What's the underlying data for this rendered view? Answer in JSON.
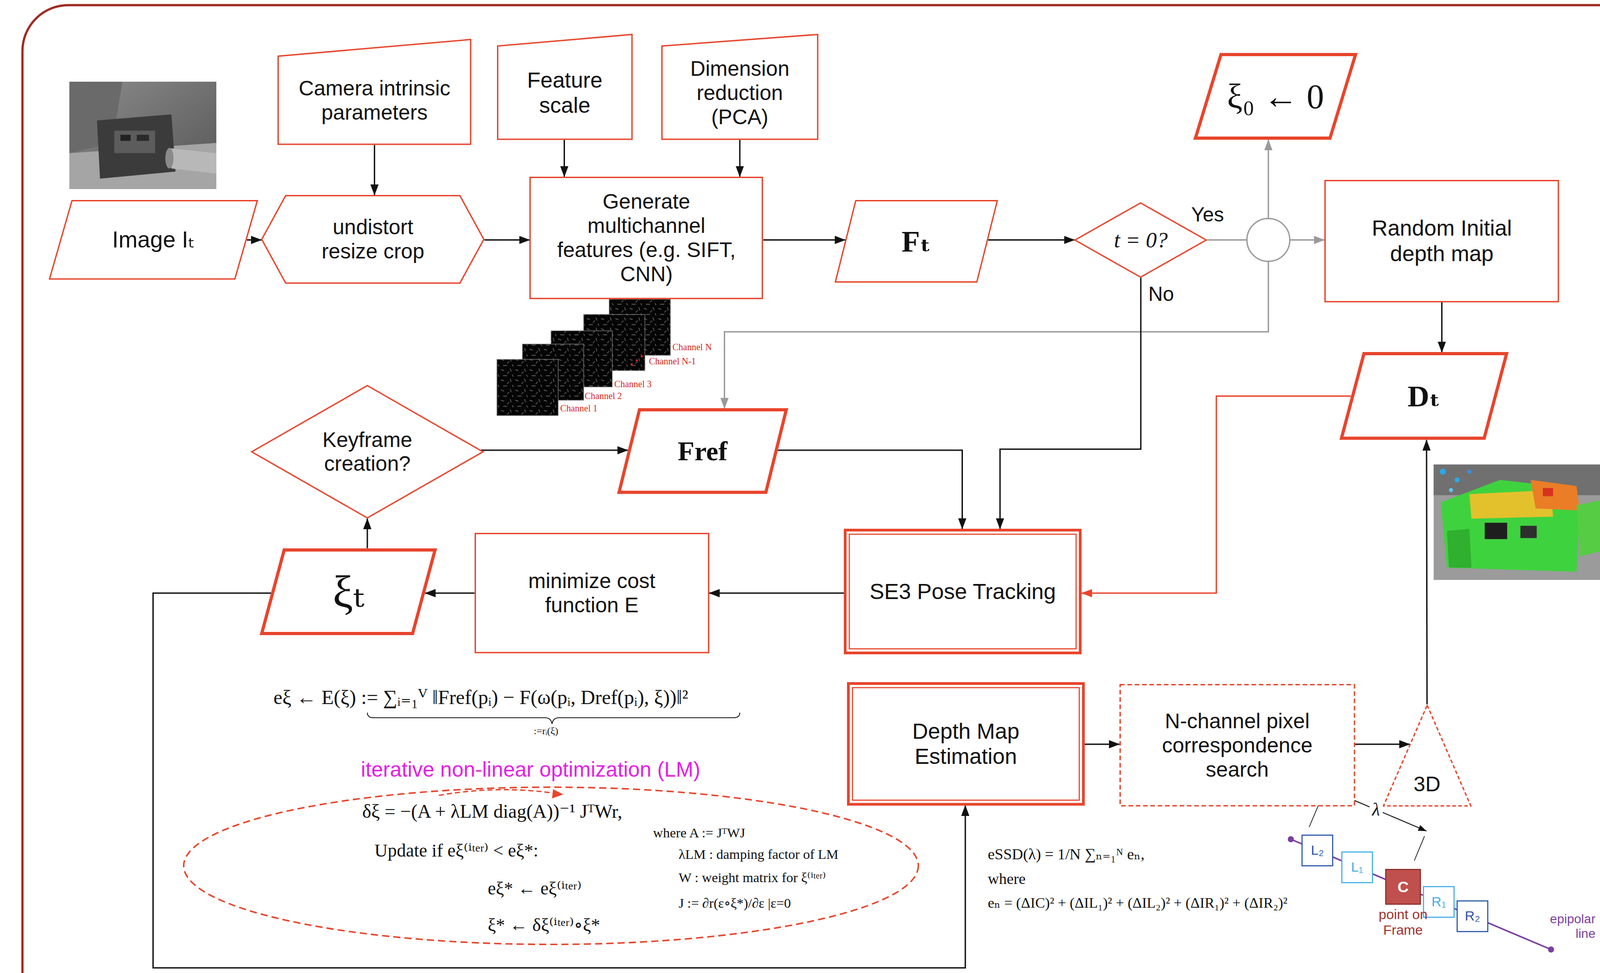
{
  "diagram": {
    "nodes": [
      {
        "text": [
          "Camera intrinsic parameters"
        ]
      },
      {
        "text": [
          "Feature scale"
        ]
      },
      {
        "text": [
          "Dimension reduction (PCA)"
        ]
      },
      {
        "text": [
          "ξ₀ ← 0"
        ]
      },
      {
        "text": [
          "Image Iₜ"
        ]
      },
      {
        "text": [
          "undistort resize crop"
        ]
      },
      {
        "text": [
          "Generate multichannel features (e.g. SIFT, CNN)"
        ]
      },
      {
        "text": [
          "Fₜ"
        ]
      },
      {
        "text": [
          "t = 0?"
        ]
      },
      {
        "text": [
          "Random Initial depth map"
        ]
      },
      {
        "text": [
          "Keyframe creation?"
        ]
      },
      {
        "text": [
          "Fref"
        ]
      },
      {
        "text": [
          "Dₜ"
        ]
      },
      {
        "text": [
          "ξₜ"
        ]
      },
      {
        "text": [
          "minimize cost function E"
        ]
      },
      {
        "text": [
          "SE3 Pose Tracking"
        ]
      },
      {
        "text": [
          "Depth Map Estimation"
        ]
      },
      {
        "text": [
          "N-channel pixel correspondence search"
        ]
      },
      {
        "text": [
          "3D"
        ]
      }
    ],
    "edges": [
      {
        "from": 0,
        "to": 5,
        "arrow": "to"
      },
      {
        "from": 1,
        "to": 6,
        "arrow": "to"
      },
      {
        "from": 2,
        "to": 6,
        "arrow": "to"
      },
      {
        "from": 4,
        "to": 5,
        "arrow": "to"
      },
      {
        "from": 5,
        "to": 6,
        "arrow": "to"
      },
      {
        "from": 6,
        "to": 7,
        "arrow": "to"
      },
      {
        "from": 7,
        "to": 8,
        "arrow": "to"
      },
      {
        "from": 8,
        "to": 3,
        "arrow": "to"
      },
      {
        "from": 8,
        "to": 9,
        "label": "Yes",
        "arrow": "to"
      },
      {
        "from": 8,
        "to": 11,
        "arrow": "to"
      },
      {
        "from": 8,
        "to": 15,
        "label": "No",
        "arrow": "to"
      },
      {
        "from": 9,
        "to": 12,
        "arrow": "to"
      },
      {
        "from": 12,
        "to": 15,
        "arrow": "to"
      },
      {
        "from": 10,
        "to": 11,
        "arrow": "to"
      },
      {
        "from": 11,
        "to": 15,
        "arrow": "to"
      },
      {
        "from": 15,
        "to": 14,
        "arrow": "to"
      },
      {
        "from": 14,
        "to": 13,
        "arrow": "to"
      },
      {
        "from": 13,
        "to": 10,
        "arrow": "to"
      },
      {
        "from": 13,
        "to": 16,
        "arrow": "to"
      },
      {
        "from": 16,
        "to": 17,
        "arrow": "to"
      },
      {
        "from": 17,
        "to": 18,
        "arrow": "to"
      },
      {
        "from": 18,
        "to": 12,
        "arrow": "to"
      }
    ],
    "labels": [
      "Channel N",
      "Channel N-1",
      "Channel 3",
      "Channel 2",
      "Channel 1",
      "eξ ← E(ξ) := ∑ᵢ₌₁ⱽ ‖Fref(pᵢ) − F(ω(pᵢ, Dref(pᵢ), ξ))‖²",
      ":=rᵢ(ξ)",
      "iterative non-linear optimization (LM)",
      "δξ = −(A + λLM diag(A))⁻¹ JᵀWr,",
      "where A := JᵀWJ",
      "Update if eξ⁽ⁱᵗᵉʳ⁾ < eξ*:",
      "λLM : damping factor of LM",
      "W : weight matrix for ξ⁽ⁱᵗᵉʳ⁾",
      "eξ* ← eξ⁽ⁱᵗᵉʳ⁾",
      "J := ∂r(ε∘ξ*)/∂ε |ε=0",
      "ξ* ← δξ⁽ⁱᵗᵉʳ⁾∘ξ*",
      "eSSD(λ) = 1/N ∑ₙ₌₁ᴺ eₙ,",
      "where",
      "eₙ = (ΔIC)² + (ΔIL₁)² + (ΔIL₂)² + (ΔIR₁)² + (ΔIR₂)²",
      "λ",
      "L₂",
      "L₁",
      "C",
      "R₁",
      "R₂",
      "point on Frame",
      "epipolar line"
    ]
  }
}
